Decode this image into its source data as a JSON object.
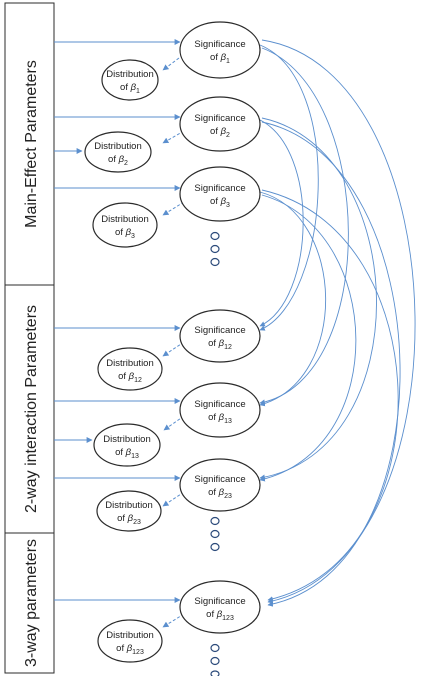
{
  "groups": [
    {
      "label": "Main-Effect Parameters"
    },
    {
      "label": "2-way interaction Parameters"
    },
    {
      "label": "3-way parameters"
    }
  ],
  "nodes": {
    "sig_b1": {
      "line1": "Significance",
      "of": "of ",
      "beta": "β",
      "sub": "1"
    },
    "dist_b1": {
      "line1": "Distribution",
      "of": "of ",
      "beta": "β",
      "sub": "1"
    },
    "sig_b2": {
      "line1": "Significance",
      "of": "of ",
      "beta": "β",
      "sub": "2"
    },
    "dist_b2": {
      "line1": "Distribution",
      "of": "of ",
      "beta": "β",
      "sub": "2"
    },
    "sig_b3": {
      "line1": "Significance",
      "of": "of ",
      "beta": "β",
      "sub": "3"
    },
    "dist_b3": {
      "line1": "Distribution",
      "of": "of ",
      "beta": "β",
      "sub": "3"
    },
    "sig_b12": {
      "line1": "Significance",
      "of": "of ",
      "beta": "β",
      "sub": "12"
    },
    "dist_b12": {
      "line1": "Distribution",
      "of": "of ",
      "beta": "β",
      "sub": "12"
    },
    "sig_b13": {
      "line1": "Significance",
      "of": "of ",
      "beta": "β",
      "sub": "13"
    },
    "dist_b13": {
      "line1": "Distribution",
      "of": "of ",
      "beta": "β",
      "sub": "13"
    },
    "sig_b23": {
      "line1": "Significance",
      "of": "of ",
      "beta": "β",
      "sub": "23"
    },
    "dist_b23": {
      "line1": "Distribution",
      "of": "of ",
      "beta": "β",
      "sub": "23"
    },
    "sig_b123": {
      "line1": "Significance",
      "of": "of ",
      "beta": "β",
      "sub": "123"
    },
    "dist_b123": {
      "line1": "Distribution",
      "of": "of ",
      "beta": "β",
      "sub": "123"
    }
  },
  "colors": {
    "arrow": "#5b8fce",
    "border": "#2b2b2b"
  }
}
